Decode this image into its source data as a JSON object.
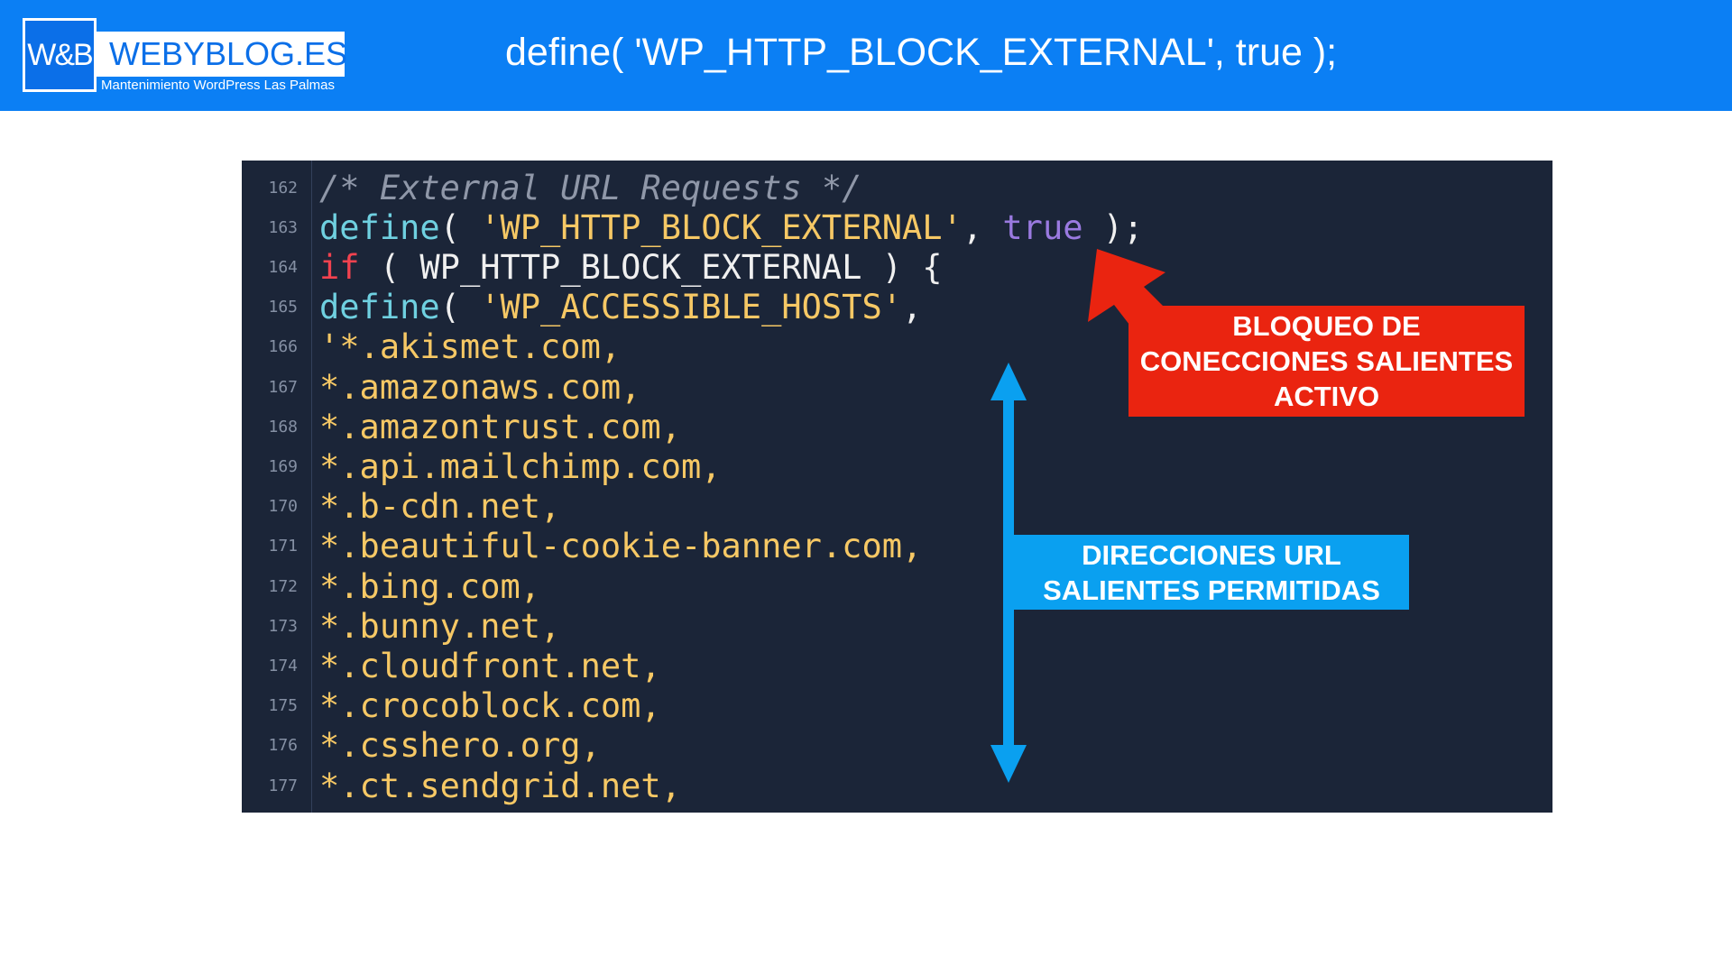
{
  "header": {
    "logo_mark": "W&B",
    "logo_name": "WEBYBLOG.ES",
    "tagline": "Mantenimiento WordPress Las Palmas",
    "title": "define( 'WP_HTTP_BLOCK_EXTERNAL', true );"
  },
  "code": {
    "lines": [
      {
        "n": "162",
        "parts": [
          {
            "c": "cm",
            "t": "/* External URL Requests */"
          }
        ]
      },
      {
        "n": "163",
        "parts": [
          {
            "c": "fn",
            "t": "define"
          },
          {
            "c": "",
            "t": "( "
          },
          {
            "c": "st",
            "t": "'WP_HTTP_BLOCK_EXTERNAL'"
          },
          {
            "c": "",
            "t": ", "
          },
          {
            "c": "bo",
            "t": "true"
          },
          {
            "c": "",
            "t": " );"
          }
        ]
      },
      {
        "n": "164",
        "parts": [
          {
            "c": "kw",
            "t": "if"
          },
          {
            "c": "",
            "t": " ( WP_HTTP_BLOCK_EXTERNAL ) {"
          }
        ]
      },
      {
        "n": "165",
        "parts": [
          {
            "c": "fn",
            "t": "define"
          },
          {
            "c": "",
            "t": "( "
          },
          {
            "c": "st",
            "t": "'WP_ACCESSIBLE_HOSTS'"
          },
          {
            "c": "",
            "t": ","
          }
        ]
      },
      {
        "n": "166",
        "parts": [
          {
            "c": "st",
            "t": "'*.akismet.com,"
          }
        ]
      },
      {
        "n": "167",
        "parts": [
          {
            "c": "st",
            "t": "*.amazonaws.com,"
          }
        ]
      },
      {
        "n": "168",
        "parts": [
          {
            "c": "st",
            "t": "*.amazontrust.com,"
          }
        ]
      },
      {
        "n": "169",
        "parts": [
          {
            "c": "st",
            "t": "*.api.mailchimp.com,"
          }
        ]
      },
      {
        "n": "170",
        "parts": [
          {
            "c": "st",
            "t": "*.b-cdn.net,"
          }
        ]
      },
      {
        "n": "171",
        "parts": [
          {
            "c": "st",
            "t": "*.beautiful-cookie-banner.com,"
          }
        ]
      },
      {
        "n": "172",
        "parts": [
          {
            "c": "st",
            "t": "*.bing.com,"
          }
        ]
      },
      {
        "n": "173",
        "parts": [
          {
            "c": "st",
            "t": "*.bunny.net,"
          }
        ]
      },
      {
        "n": "174",
        "parts": [
          {
            "c": "st",
            "t": "*.cloudfront.net,"
          }
        ]
      },
      {
        "n": "175",
        "parts": [
          {
            "c": "st",
            "t": "*.crocoblock.com,"
          }
        ]
      },
      {
        "n": "176",
        "parts": [
          {
            "c": "st",
            "t": "*.csshero.org,"
          }
        ]
      },
      {
        "n": "177",
        "parts": [
          {
            "c": "st",
            "t": "*.ct.sendgrid.net,"
          }
        ]
      }
    ]
  },
  "annotations": {
    "red": [
      "BLOQUEO DE",
      "CONECCIONES SALIENTES",
      "ACTIVO"
    ],
    "blue": [
      "DIRECCIONES URL",
      "SALIENTES PERMITIDAS"
    ]
  },
  "colors": {
    "header": "#0b7ff4",
    "code_bg": "#1b2538",
    "red": "#ea2410",
    "blue": "#0aa0f0"
  }
}
